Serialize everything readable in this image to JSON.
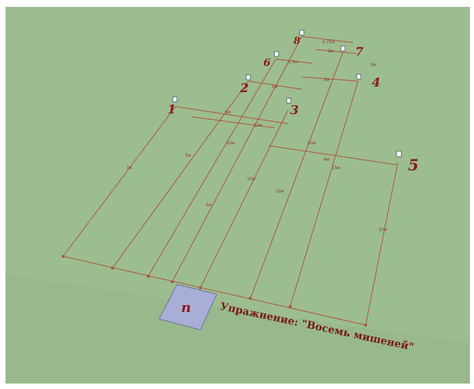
{
  "colors": {
    "frame": "#ffffff",
    "ground": "#9cbd8f",
    "line": "#b04a3a",
    "label": "#8b1a1a",
    "start_box": "#a9aed6"
  },
  "targets": [
    "1",
    "2",
    "3",
    "4",
    "5",
    "6",
    "7",
    "8"
  ],
  "dimensions": [
    "0.75м",
    "2м",
    "1.5м",
    "5м",
    "1м",
    "6м",
    "12м",
    "6м",
    "10м",
    "10м",
    "15м",
    "7м",
    "5м",
    "10м",
    "20м",
    "15м",
    "5м",
    "2м"
  ],
  "start_label": "п",
  "caption": "Упражнение: \"Восемь мишеней\""
}
